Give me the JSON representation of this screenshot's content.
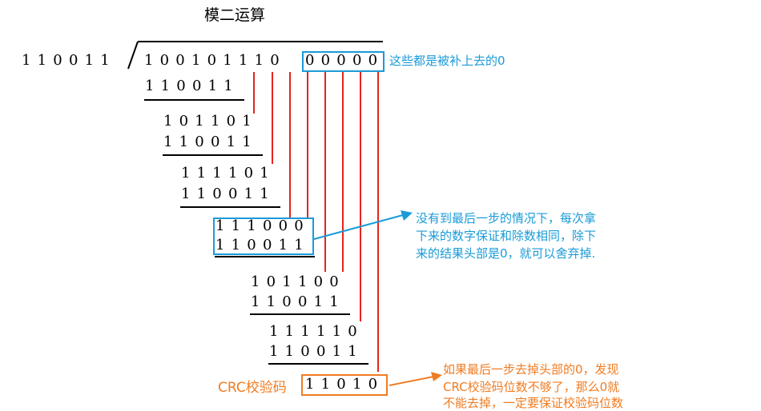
{
  "title": "模二运算",
  "divisor": "110011",
  "dividend_main": "100101110",
  "dividend_padding": "00000",
  "padding_note": "这些都是被补上去的0",
  "steps": [
    {
      "top": "110011"
    },
    {
      "top": "101101",
      "bottom": "110011"
    },
    {
      "top": "111101",
      "bottom": "110011"
    },
    {
      "top": "111000",
      "bottom": "110011"
    },
    {
      "top": "101100",
      "bottom": "110011"
    },
    {
      "top": "111110",
      "bottom": "110011"
    }
  ],
  "middle_note": [
    "没有到最后一步的情况下，每次拿",
    "下来的数字保证和除数相同，除下",
    "来的结果头部是0，就可以舍弃掉."
  ],
  "crc_label": "CRC校验码",
  "crc_value": "11010",
  "crc_note": [
    "如果最后一步去掉头部的0，发现",
    "CRC校验码位数不够了，那么0就",
    "不能去掉，一定要保证校验码位数"
  ],
  "colors": {
    "blue": "#1a9bd7",
    "orange": "#f07c22",
    "red": "#e5251d"
  }
}
